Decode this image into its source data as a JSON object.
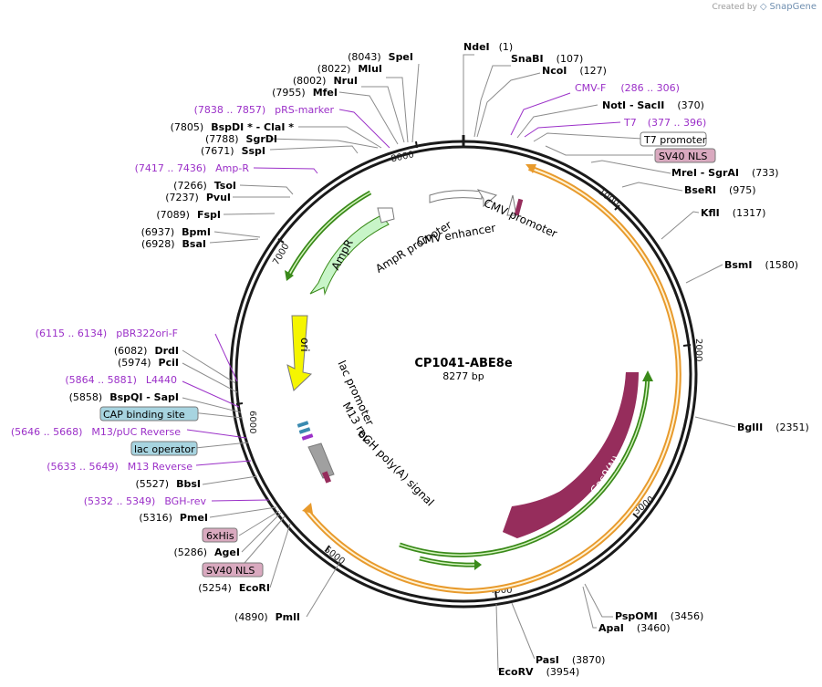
{
  "credit": {
    "prefix": "Created by",
    "brand": "SnapGene"
  },
  "plasmid": {
    "name": "CP1041-ABE8e",
    "size": "8277 bp"
  },
  "colors": {
    "backbone": "#1a1a1a",
    "enzyme_line": "#7a7a7a",
    "primer": "#9b30c8",
    "cas9": "#962d5c",
    "orange_arc": "#e89a2c",
    "green_arc": "#3a8a1a",
    "ori": "#f5f500",
    "ampr": "#c8f5c8",
    "nls_fill": "#d9a9bf",
    "cap_fill": "#a7d4e0"
  },
  "scale_ticks": [
    "1000",
    "2000",
    "3000",
    "4000",
    "5000",
    "6000",
    "7000",
    "8000"
  ],
  "right_labels": [
    {
      "id": "ndei",
      "pos": "(1)",
      "name": "NdeI"
    },
    {
      "id": "snabi",
      "pos": "(107)",
      "name": "SnaBI"
    },
    {
      "id": "ncoi",
      "pos": "(127)",
      "name": "NcoI"
    },
    {
      "id": "cmvf",
      "pos": "(286 .. 306)",
      "name": "CMV-F"
    },
    {
      "id": "noti",
      "pos": "(370)",
      "name": "NotI  - SacII"
    },
    {
      "id": "t7",
      "pos": "(377 .. 396)",
      "name": "T7"
    },
    {
      "id": "t7prom",
      "name": "T7 promoter"
    },
    {
      "id": "sv40a",
      "name": "SV40 NLS"
    },
    {
      "id": "mrei",
      "pos": "(733)",
      "name": "MreI  - SgrAI"
    },
    {
      "id": "bseri",
      "pos": "(975)",
      "name": "BseRI"
    },
    {
      "id": "kfli",
      "pos": "(1317)",
      "name": "KflI"
    },
    {
      "id": "bsmi",
      "pos": "(1580)",
      "name": "BsmI"
    },
    {
      "id": "bglii",
      "pos": "(2351)",
      "name": "BglII"
    },
    {
      "id": "psp",
      "pos": "(3456)",
      "name": "PspOMI"
    },
    {
      "id": "apai",
      "pos": "(3460)",
      "name": "ApaI"
    },
    {
      "id": "pasi",
      "pos": "(3870)",
      "name": "PasI"
    },
    {
      "id": "ecorv",
      "pos": "(3954)",
      "name": "EcoRV"
    }
  ],
  "left_labels": [
    {
      "id": "spei",
      "pos": "(8043)",
      "name": "SpeI"
    },
    {
      "id": "mlui",
      "pos": "(8022)",
      "name": "MluI"
    },
    {
      "id": "nrui",
      "pos": "(8002)",
      "name": "NruI"
    },
    {
      "id": "mfei",
      "pos": "(7955)",
      "name": "MfeI"
    },
    {
      "id": "rsm",
      "pos": "(7838 .. 7857)",
      "name": "pRS-marker"
    },
    {
      "id": "bspdi",
      "pos": "(7805)",
      "name": "BspDI * - ClaI *"
    },
    {
      "id": "sgrdi",
      "pos": "(7788)",
      "name": "SgrDI"
    },
    {
      "id": "sspi",
      "pos": "(7671)",
      "name": "SspI"
    },
    {
      "id": "ampr_p",
      "pos": "(7417 .. 7436)",
      "name": "Amp-R"
    },
    {
      "id": "tsoi",
      "pos": "(7266)",
      "name": "TsoI"
    },
    {
      "id": "pvui",
      "pos": "(7237)",
      "name": "PvuI"
    },
    {
      "id": "fspi",
      "pos": "(7089)",
      "name": "FspI"
    },
    {
      "id": "bpmi",
      "pos": "(6937)",
      "name": "BpmI"
    },
    {
      "id": "bsai",
      "pos": "(6928)",
      "name": "BsaI"
    },
    {
      "id": "pbr",
      "pos": "(6115 .. 6134)",
      "name": "pBR322ori-F"
    },
    {
      "id": "drdi",
      "pos": "(6082)",
      "name": "DrdI"
    },
    {
      "id": "pcii",
      "pos": "(5974)",
      "name": "PciI"
    },
    {
      "id": "l4440",
      "pos": "(5864 .. 5881)",
      "name": "L4440"
    },
    {
      "id": "bspqi",
      "pos": "(5858)",
      "name": "BspQI  - SapI"
    },
    {
      "id": "cap",
      "name": "CAP binding site"
    },
    {
      "id": "m13puc",
      "pos": "(5646 .. 5668)",
      "name": "M13/pUC Reverse"
    },
    {
      "id": "lacop",
      "name": "lac operator"
    },
    {
      "id": "m13r",
      "pos": "(5633 .. 5649)",
      "name": "M13 Reverse"
    },
    {
      "id": "bbsi",
      "pos": "(5527)",
      "name": "BbsI"
    },
    {
      "id": "bghrev",
      "pos": "(5332 .. 5349)",
      "name": "BGH-rev"
    },
    {
      "id": "pmei",
      "pos": "(5316)",
      "name": "PmeI"
    },
    {
      "id": "his6",
      "name": "6xHis"
    },
    {
      "id": "agei",
      "pos": "(5286)",
      "name": "AgeI"
    },
    {
      "id": "sv40b",
      "name": "SV40 NLS"
    },
    {
      "id": "ecori",
      "pos": "(5254)",
      "name": "EcoRI"
    },
    {
      "id": "pmli",
      "pos": "(4890)",
      "name": "PmlI"
    }
  ],
  "features": {
    "cmv_promoter": "CMV promoter",
    "cmv_enhancer": "CMV enhancer",
    "ampr_promoter": "AmpR promoter",
    "ampr": "AmpR",
    "ori": "ori",
    "lac_promoter": "lac promoter",
    "m13_rev": "M13 rev",
    "bgh": "bGH poly(A) signal",
    "cas9": "Cas9(N)"
  }
}
